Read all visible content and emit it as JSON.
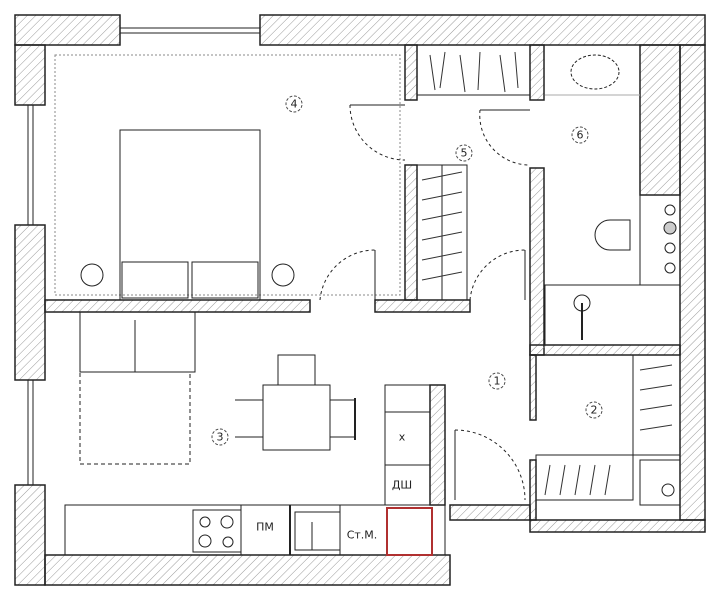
{
  "rooms": {
    "r1": "1",
    "r2": "2",
    "r3": "3",
    "r4": "4",
    "r5": "5",
    "r6": "6"
  },
  "kitchen": {
    "fridge": "х",
    "dishwasher": "ДШ",
    "microwave": "ПМ",
    "washer": "Ст.М."
  },
  "colors": {
    "wall_hatch": "#888888",
    "line": "#222222",
    "accent": "#b03030"
  }
}
